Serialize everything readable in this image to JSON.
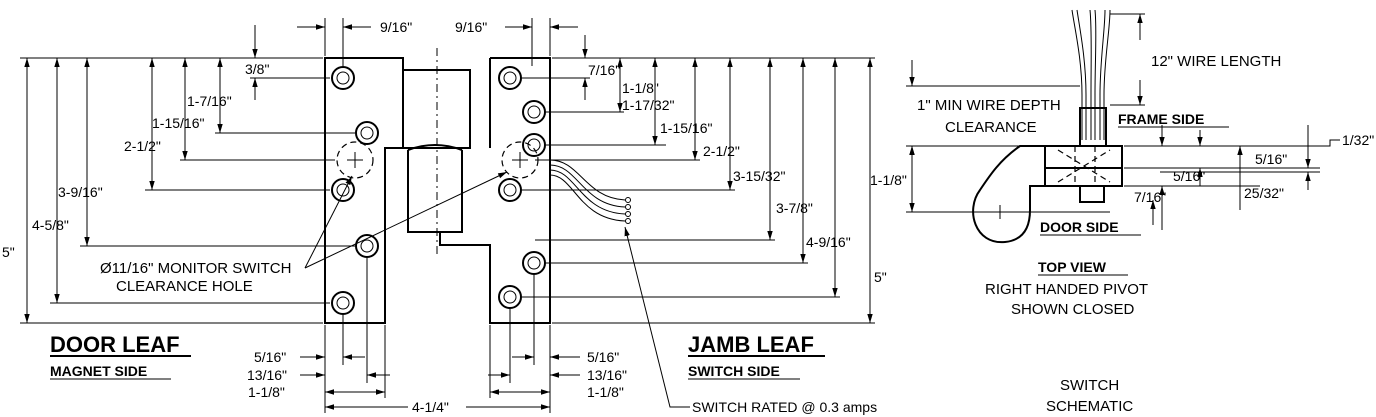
{
  "dims": {
    "d_9_16_left": "9/16\"",
    "d_9_16_right": "9/16\"",
    "d_3_8": "3/8\"",
    "d_1_7_16": "1-7/16\"",
    "d_1_15_16_left": "1-15/16\"",
    "d_2_1_2_left": "2-1/2\"",
    "d_3_9_16": "3-9/16\"",
    "d_4_5_8": "4-5/8\"",
    "d_5_left": "5\"",
    "d_7_16": "7/16\"",
    "d_1_1_8_right": "1-1/8\"",
    "d_1_17_32": "1-17/32\"",
    "d_1_15_16_right": "1-15/16\"",
    "d_2_1_2_right": "2-1/2\"",
    "d_3_15_32": "3-15/32\"",
    "d_3_7_8": "3-7/8\"",
    "d_4_9_16": "4-9/16\"",
    "d_5_right": "5\"",
    "d_5_16_bl": "5/16\"",
    "d_13_16_bl": "13/16\"",
    "d_1_1_8_bl": "1-1/8\"",
    "d_5_16_br": "5/16\"",
    "d_13_16_br": "13/16\"",
    "d_1_1_8_br": "1-1/8\"",
    "d_4_1_4": "4-1/4\""
  },
  "labels": {
    "monitor_hole_line1": "Ø11/16\" MONITOR SWITCH",
    "monitor_hole_line2": "CLEARANCE HOLE",
    "switch_rating": "SWITCH RATED @ 0.3 amps"
  },
  "door_leaf": {
    "title": "DOOR LEAF",
    "subtitle": "MAGNET SIDE"
  },
  "jamb_leaf": {
    "title": "JAMB LEAF",
    "subtitle": "SWITCH SIDE"
  },
  "top_view": {
    "wire_length": "12\" WIRE LENGTH",
    "wire_depth_line1": "1\" MIN WIRE DEPTH",
    "wire_depth_line2": "CLEARANCE",
    "frame_side": "FRAME SIDE",
    "door_side": "DOOR SIDE",
    "d_1_1_8": "1-1/8\"",
    "d_1_32": "1/32\"",
    "d_5_16_a": "5/16\"",
    "d_5_16_b": "5/16\"",
    "d_7_16": "7/16\"",
    "d_25_32": "25/32\"",
    "title": "TOP VIEW",
    "caption_line1": "RIGHT HANDED PIVOT",
    "caption_line2": "SHOWN CLOSED"
  },
  "schematic": {
    "line1": "SWITCH",
    "line2": "SCHEMATIC"
  }
}
